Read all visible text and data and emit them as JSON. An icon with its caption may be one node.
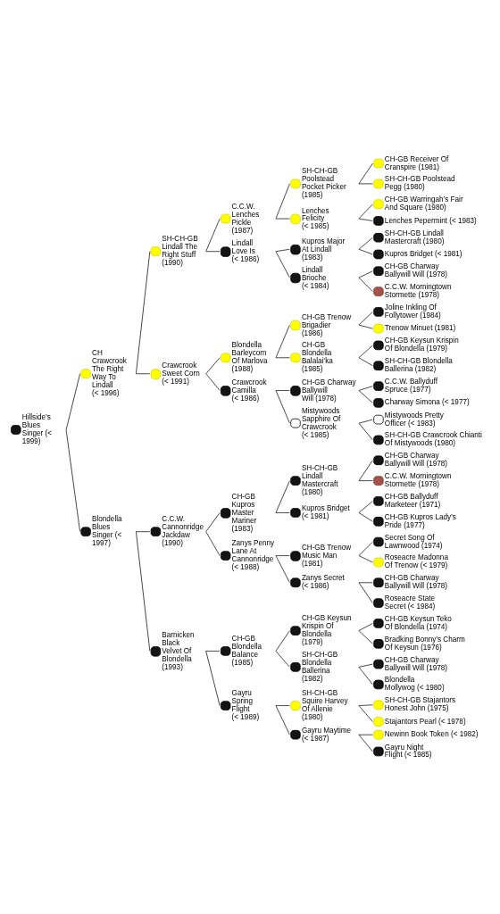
{
  "diagram": {
    "nodes": [
      {
        "text": [
          "CH-GB Receiver Of Cranspire (1981)"
        ]
      },
      {
        "text": [
          "SH-CH-GB Poolstead Pocket Picker (1985)"
        ]
      },
      {
        "text": [
          "SH-CH-GB Poolstead Pegg (1980)"
        ]
      },
      {
        "text": [
          "C.C.W. Lenches Pickle (1987)"
        ]
      },
      {
        "text": [
          "CH-GB Warringah’s Fair And Square (1980)"
        ]
      },
      {
        "text": [
          "Lenches Felicity (< 1985)"
        ]
      },
      {
        "text": [
          "Lenches Pepermint (< 1983)"
        ]
      },
      {
        "text": [
          "SH-CH-GB Lindall The Right Stuff (1990)"
        ]
      },
      {
        "text": [
          "SH-CH-GB Lindall Mastercraft (1980)"
        ]
      },
      {
        "text": [
          "Kupros Major At Lindall (1983)"
        ]
      },
      {
        "text": [
          "Kupros Bridget (< 1981)"
        ]
      },
      {
        "text": [
          "Lindall Love Is (< 1986)"
        ]
      },
      {
        "text": [
          "CH-GB Charway Ballywill Will (1978)"
        ]
      },
      {
        "text": [
          "Lindall Brioche (< 1984)"
        ]
      },
      {
        "text": [
          "C.C.W. Morningtown Stormette (1978)"
        ]
      },
      {
        "text": [
          "CH Crawcrook The Right Way To Lindall (< 1996)"
        ]
      },
      {
        "text": [
          "Joline Inkling Of Follytower (1984)"
        ]
      },
      {
        "text": [
          "CH-GB Trenow Brigadier (1986)"
        ]
      },
      {
        "text": [
          "Trenow Minuet (1981)"
        ]
      },
      {
        "text": [
          "Blondella Barleycorn Of Marlova (1988)"
        ]
      },
      {
        "text": [
          "CH-GB Keysun Krispin Of Blondella (1979)"
        ]
      },
      {
        "text": [
          "CH-GB Blondella Balalai’ka (1985)"
        ]
      },
      {
        "text": [
          "SH-CH-GB Blondella Ballerina (1982)"
        ]
      },
      {
        "text": [
          "Crawcrook Sweet Corn (< 1991)"
        ]
      },
      {
        "text": [
          "C.C.W. Ballyduff Spruce (1977)"
        ]
      },
      {
        "text": [
          "CH-GB Charway Ballywill Will (1978)"
        ]
      },
      {
        "text": [
          "Charway Simona (< 1977)"
        ]
      },
      {
        "text": [
          "Crawcrook Camilla (< 1986)"
        ]
      },
      {
        "text": [
          "Mistywoods Pretty Officer (< 1983)"
        ]
      },
      {
        "text": [
          "Mistywoods Sapphire Of Crawcrook (< 1985)"
        ]
      },
      {
        "text": [
          "SH-CH-GB Crawcrook Chianti Of Mistywoods (1980)"
        ]
      },
      {
        "text": [
          "Hillside’s Blues Singer (< 1999)"
        ]
      },
      {
        "text": [
          "CH-GB Charway Ballywill Will (1978)"
        ]
      },
      {
        "text": [
          "SH-CH-GB Lindall Mastercraft (1980)"
        ]
      },
      {
        "text": [
          "C.C.W. Morningtown Stormette (1978)"
        ]
      },
      {
        "text": [
          "CH-GB Kupros Master Mariner (1983)"
        ]
      },
      {
        "text": [
          "CH-GB Ballyduff Marketeer (1971)"
        ]
      },
      {
        "text": [
          "Kupros Bridget (< 1981)"
        ]
      },
      {
        "text": [
          "CH-GB Kupros Lady’s Pride (1977)"
        ]
      },
      {
        "text": [
          "C.C.W. Cannonridge Jackdaw (1990)"
        ]
      },
      {
        "text": [
          "Secret Song Of Lawnwood (1974)"
        ]
      },
      {
        "text": [
          "CH-GB Trenow Music Man (1981)"
        ]
      },
      {
        "text": [
          "Roseacre Madonna Of Trenow (< 1979)"
        ]
      },
      {
        "text": [
          "Zanys Penny Lane At Cannonridge (< 1988)"
        ]
      },
      {
        "text": [
          "CH-GB Charway Ballywill Will (1978)"
        ]
      },
      {
        "text": [
          "Zanys Secret (< 1986)"
        ]
      },
      {
        "text": [
          "Roseacre State Secret (< 1984)"
        ]
      },
      {
        "text": [
          "Blondella Blues Singer (< 1997)"
        ]
      },
      {
        "text": [
          "CH-GB Keysun Teko Of Blondella (1974)"
        ]
      },
      {
        "text": [
          "CH-GB Keysun Krispin Of Blondella (1979)"
        ]
      },
      {
        "text": [
          "Bradking Bonny’s Charm Of Keysun (1976)"
        ]
      },
      {
        "text": [
          "CH-GB Blondella Balance (1985)"
        ]
      },
      {
        "text": [
          "CH-GB Charway Ballywill Will (1978)"
        ]
      },
      {
        "text": [
          "SH-CH-GB Blondella Ballerina (1982)"
        ]
      },
      {
        "text": [
          "Blondella Mollywog (< 1980)"
        ]
      },
      {
        "text": [
          "Barnicken Black Velvet Of Blondella (1993)"
        ]
      },
      {
        "text": [
          "SH-CH-GB Stajantors Honest John (1975)"
        ]
      },
      {
        "text": [
          "SH-CH-GB Squire Harvey Of Allenie (1980)"
        ]
      },
      {
        "text": [
          "Stajantors Pearl (< 1978)"
        ]
      },
      {
        "text": [
          "Gayru Spring Flight (< 1989)"
        ]
      },
      {
        "text": [
          "Newinn Book Token (< 1982)"
        ]
      },
      {
        "text": [
          "Gayru Maytime (< 1987)"
        ]
      },
      {
        "text": [
          "Gayru Night Flight (< 1985)"
        ]
      }
    ],
    "edges": [
      {
        "from": 31,
        "to": 15,
        "arrow": "none"
      },
      {
        "from": 31,
        "to": 47,
        "arrow": "none"
      },
      {
        "from": 15,
        "to": 7,
        "arrow": "none"
      },
      {
        "from": 15,
        "to": 23,
        "arrow": "none"
      },
      {
        "from": 7,
        "to": 3,
        "arrow": "none"
      },
      {
        "from": 7,
        "to": 11,
        "arrow": "none"
      },
      {
        "from": 3,
        "to": 1,
        "arrow": "none"
      },
      {
        "from": 3,
        "to": 5,
        "arrow": "none"
      },
      {
        "from": 1,
        "to": 0,
        "arrow": "none"
      },
      {
        "from": 1,
        "to": 2,
        "arrow": "none"
      },
      {
        "from": 5,
        "to": 4,
        "arrow": "none"
      },
      {
        "from": 5,
        "to": 6,
        "arrow": "none"
      },
      {
        "from": 11,
        "to": 9,
        "arrow": "none"
      },
      {
        "from": 11,
        "to": 13,
        "arrow": "none"
      },
      {
        "from": 9,
        "to": 8,
        "arrow": "none"
      },
      {
        "from": 9,
        "to": 10,
        "arrow": "none"
      },
      {
        "from": 13,
        "to": 12,
        "arrow": "none"
      },
      {
        "from": 13,
        "to": 14,
        "arrow": "none"
      },
      {
        "from": 23,
        "to": 19,
        "arrow": "none"
      },
      {
        "from": 23,
        "to": 27,
        "arrow": "none"
      },
      {
        "from": 19,
        "to": 17,
        "arrow": "none"
      },
      {
        "from": 19,
        "to": 21,
        "arrow": "none"
      },
      {
        "from": 17,
        "to": 16,
        "arrow": "none"
      },
      {
        "from": 17,
        "to": 18,
        "arrow": "none"
      },
      {
        "from": 21,
        "to": 20,
        "arrow": "none"
      },
      {
        "from": 21,
        "to": 22,
        "arrow": "none"
      },
      {
        "from": 27,
        "to": 25,
        "arrow": "none"
      },
      {
        "from": 27,
        "to": 29,
        "arrow": "none"
      },
      {
        "from": 25,
        "to": 24,
        "arrow": "none"
      },
      {
        "from": 25,
        "to": 26,
        "arrow": "none"
      },
      {
        "from": 29,
        "to": 28,
        "arrow": "none"
      },
      {
        "from": 29,
        "to": 30,
        "arrow": "none"
      },
      {
        "from": 47,
        "to": 39,
        "arrow": "none"
      },
      {
        "from": 47,
        "to": 55,
        "arrow": "none"
      },
      {
        "from": 39,
        "to": 35,
        "arrow": "none"
      },
      {
        "from": 39,
        "to": 43,
        "arrow": "none"
      },
      {
        "from": 35,
        "to": 33,
        "arrow": "none"
      },
      {
        "from": 35,
        "to": 37,
        "arrow": "none"
      },
      {
        "from": 33,
        "to": 32,
        "arrow": "none"
      },
      {
        "from": 33,
        "to": 34,
        "arrow": "none"
      },
      {
        "from": 37,
        "to": 36,
        "arrow": "none"
      },
      {
        "from": 37,
        "to": 38,
        "arrow": "none"
      },
      {
        "from": 43,
        "to": 41,
        "arrow": "none"
      },
      {
        "from": 43,
        "to": 45,
        "arrow": "none"
      },
      {
        "from": 41,
        "to": 40,
        "arrow": "none"
      },
      {
        "from": 41,
        "to": 42,
        "arrow": "none"
      },
      {
        "from": 45,
        "to": 44,
        "arrow": "none"
      },
      {
        "from": 45,
        "to": 46,
        "arrow": "none"
      },
      {
        "from": 55,
        "to": 51,
        "arrow": "none"
      },
      {
        "from": 55,
        "to": 59,
        "arrow": "none"
      },
      {
        "from": 51,
        "to": 49,
        "arrow": "none"
      },
      {
        "from": 51,
        "to": 53,
        "arrow": "none"
      },
      {
        "from": 49,
        "to": 48,
        "arrow": "none"
      },
      {
        "from": 49,
        "to": 50,
        "arrow": "none"
      },
      {
        "from": 53,
        "to": 52,
        "arrow": "none"
      },
      {
        "from": 53,
        "to": 54,
        "arrow": "none"
      },
      {
        "from": 59,
        "to": 57,
        "arrow": "none"
      },
      {
        "from": 59,
        "to": 61,
        "arrow": "none"
      },
      {
        "from": 57,
        "to": 56,
        "arrow": "none"
      },
      {
        "from": 57,
        "to": 58,
        "arrow": "none"
      },
      {
        "from": 61,
        "to": 60,
        "arrow": "none"
      },
      {
        "from": 61,
        "to": 62,
        "arrow": "none"
      }
    ]
  }
}
